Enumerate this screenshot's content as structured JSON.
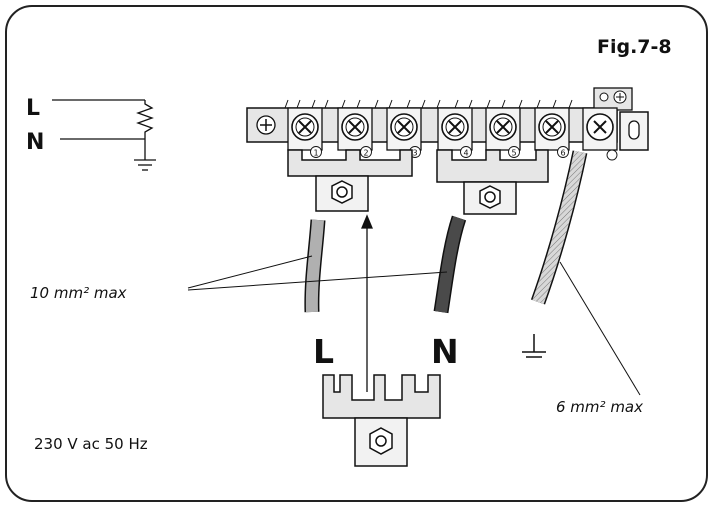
{
  "figure": {
    "label": "Fig.7-8",
    "legend_line": "L",
    "legend_neutral": "N",
    "cable_line_label": "L",
    "cable_neutral_label": "N",
    "max_section_phase": "10 mm² max",
    "max_section_earth": "6 mm² max",
    "supply": "230 V ac 50 Hz",
    "terminals": [
      "1",
      "2",
      "3",
      "4",
      "5",
      "6"
    ]
  },
  "colors": {
    "stroke": "#111111",
    "plate": "#e6e6e6",
    "cable_light": "#b0b0b0",
    "cable_dark": "#4a4a4a",
    "earth_cable": "#d8d8d8",
    "frame": "#222222"
  },
  "icons": {
    "earth": "ground-symbol-icon",
    "screw": "screw-head-icon",
    "resistor": "load-coil-icon"
  }
}
